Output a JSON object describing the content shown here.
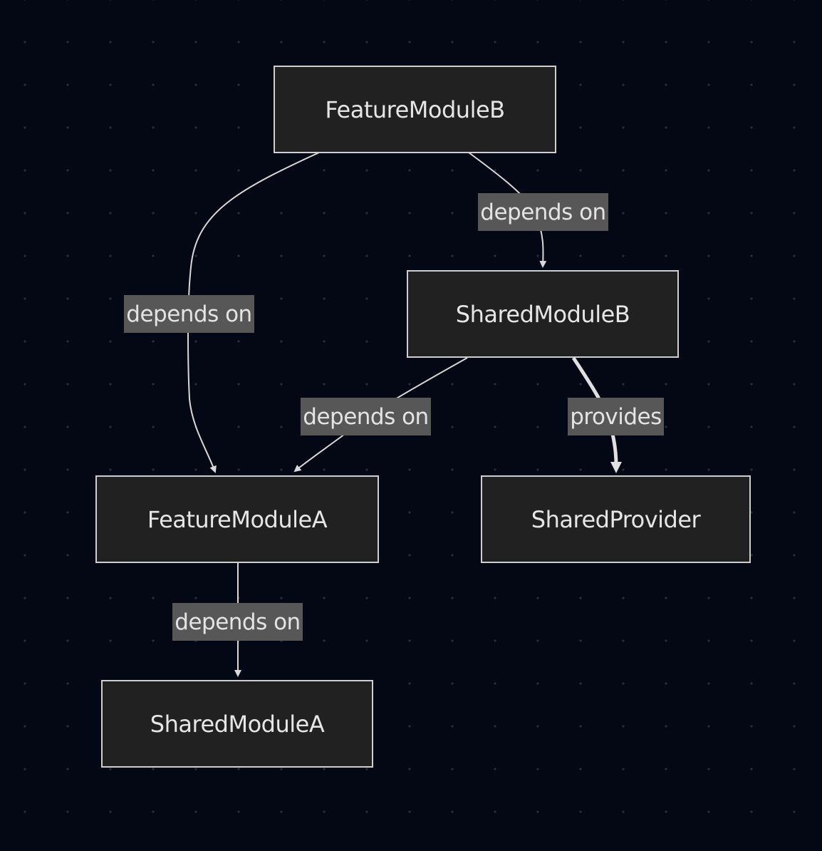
{
  "diagram": {
    "nodes": {
      "feature_module_b": "FeatureModuleB",
      "shared_module_b": "SharedModuleB",
      "feature_module_a": "FeatureModuleA",
      "shared_provider": "SharedProvider",
      "shared_module_a": "SharedModuleA"
    },
    "edges": {
      "fmb_to_smb": "depends on",
      "fmb_to_fma": "depends on",
      "smb_to_fma": "depends on",
      "smb_to_provider": "provides",
      "fma_to_sma": "depends on"
    }
  },
  "colors": {
    "background": "#040814",
    "node_fill": "#212121",
    "node_border": "#cfcfcf",
    "edge_stroke": "#d9d9d9",
    "label_fill": "#575757"
  }
}
